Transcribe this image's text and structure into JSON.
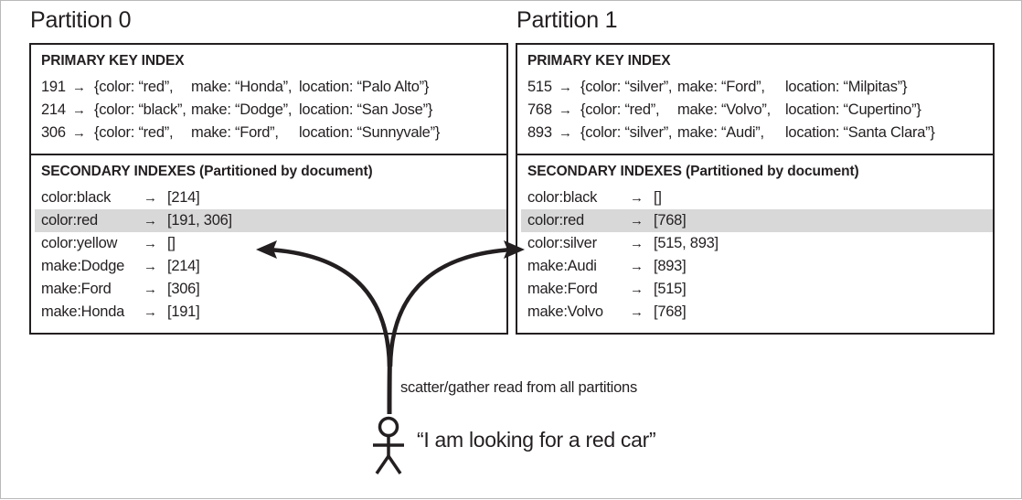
{
  "figure": {
    "caption_scatter": "scatter/gather read from all partitions",
    "user_quote": "“I am looking for a red car”",
    "arrow_glyph": "→",
    "highlight_color": "#d8d8d8",
    "line_color": "#231f20"
  },
  "partitions": [
    {
      "title": "Partition 0",
      "primary": {
        "heading": "PRIMARY KEY INDEX",
        "rows": [
          {
            "key": "191",
            "arrow": "→",
            "color": "{color: “red”,",
            "make": "make: “Honda”,",
            "location": "location: “Palo Alto”}"
          },
          {
            "key": "214",
            "arrow": "→",
            "color": "{color: “black”,",
            "make": "make: “Dodge”,",
            "location": "location: “San Jose”}"
          },
          {
            "key": "306",
            "arrow": "→",
            "color": "{color: “red”,",
            "make": "make: “Ford”,",
            "location": "location: “Sunnyvale”}"
          }
        ]
      },
      "secondary": {
        "heading": "SECONDARY INDEXES (Partitioned by document)",
        "rows": [
          {
            "term": "color:black",
            "arrow": "→",
            "ids": "[214]",
            "highlighted": false
          },
          {
            "term": "color:red",
            "arrow": "→",
            "ids": "[191, 306]",
            "highlighted": true
          },
          {
            "term": "color:yellow",
            "arrow": "→",
            "ids": "[]",
            "highlighted": false
          },
          {
            "term": "make:Dodge",
            "arrow": "→",
            "ids": "[214]",
            "highlighted": false
          },
          {
            "term": "make:Ford",
            "arrow": "→",
            "ids": "[306]",
            "highlighted": false
          },
          {
            "term": "make:Honda",
            "arrow": "→",
            "ids": "[191]",
            "highlighted": false
          }
        ]
      }
    },
    {
      "title": "Partition 1",
      "primary": {
        "heading": "PRIMARY KEY INDEX",
        "rows": [
          {
            "key": "515",
            "arrow": "→",
            "color": "{color: “silver”,",
            "make": "make: “Ford”,",
            "location": "location: “Milpitas”}"
          },
          {
            "key": "768",
            "arrow": "→",
            "color": "{color: “red”,",
            "make": "make: “Volvo”,",
            "location": "location: “Cupertino”}"
          },
          {
            "key": "893",
            "arrow": "→",
            "color": "{color: “silver”,",
            "make": "make: “Audi”,",
            "location": "location: “Santa Clara”}"
          }
        ]
      },
      "secondary": {
        "heading": "SECONDARY INDEXES (Partitioned by document)",
        "rows": [
          {
            "term": "color:black",
            "arrow": "→",
            "ids": "[]",
            "highlighted": false
          },
          {
            "term": "color:red",
            "arrow": "→",
            "ids": "[768]",
            "highlighted": true
          },
          {
            "term": "color:silver",
            "arrow": "→",
            "ids": "[515, 893]",
            "highlighted": false
          },
          {
            "term": "make:Audi",
            "arrow": "→",
            "ids": "[893]",
            "highlighted": false
          },
          {
            "term": "make:Ford",
            "arrow": "→",
            "ids": "[515]",
            "highlighted": false
          },
          {
            "term": "make:Volvo",
            "arrow": "→",
            "ids": "[768]",
            "highlighted": false
          }
        ]
      }
    }
  ]
}
